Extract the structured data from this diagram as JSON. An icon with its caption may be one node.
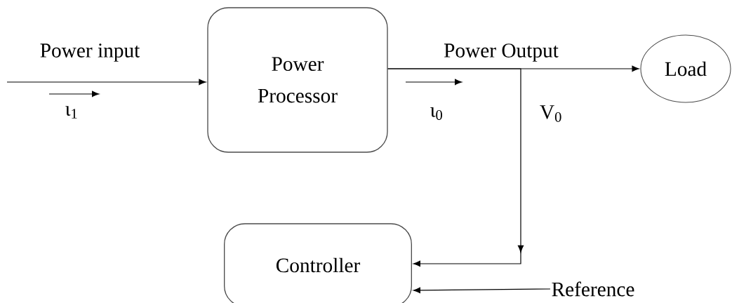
{
  "diagram": {
    "nodes": [
      {
        "text": [
          "Power Processor"
        ]
      },
      {
        "text": [
          "Load"
        ]
      },
      {
        "text": [
          "Controller"
        ]
      },
      {
        "text": [
          "Reference"
        ]
      }
    ],
    "edges": [
      {
        "from": null,
        "to": 0,
        "arrow": "to",
        "label": "Power input"
      },
      {
        "from": 0,
        "to": 1,
        "arrow": "to",
        "label": "Power Output"
      },
      {
        "from": 0,
        "to": 2,
        "arrow": "to"
      },
      {
        "from": 3,
        "to": 2,
        "arrow": "to"
      }
    ],
    "labels": [
      "ι$_{1}$",
      "ι$_{0}$",
      "V$_{0}$"
    ]
  }
}
